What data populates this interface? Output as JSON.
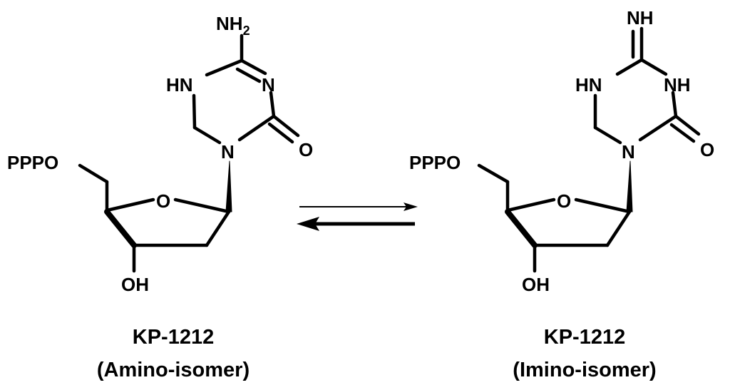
{
  "left_structure": {
    "amino_label": "NH",
    "amino_subscript": "2",
    "ring_nh": "HN",
    "ring_n_upper": "N",
    "ring_n_lower": "N",
    "carbonyl_o": "O",
    "triphosphate": "PPPO",
    "sugar_o": "O",
    "hydroxyl": "OH",
    "compound_name": "KP-1212",
    "isomer_name": "(Amino-isomer)"
  },
  "right_structure": {
    "imino_label": "NH",
    "ring_nh_left": "HN",
    "ring_nh_right": "NH",
    "ring_n_lower": "N",
    "carbonyl_o": "O",
    "triphosphate": "PPPO",
    "sugar_o": "O",
    "hydroxyl": "OH",
    "compound_name": "KP-1212",
    "isomer_name": "(Imino-isomer)"
  }
}
